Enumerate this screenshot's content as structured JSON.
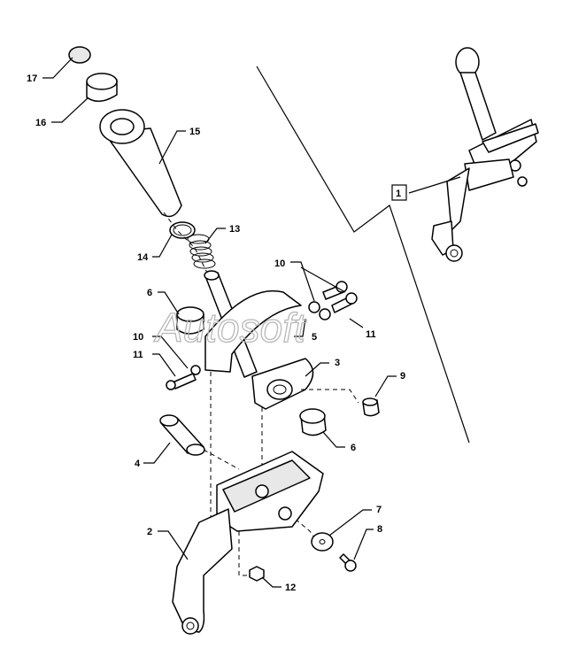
{
  "watermark": "Autosoft",
  "callouts": [
    {
      "id": "c1",
      "label": "1",
      "boxed": true
    },
    {
      "id": "c2",
      "label": "2"
    },
    {
      "id": "c3",
      "label": "3"
    },
    {
      "id": "c4",
      "label": "4"
    },
    {
      "id": "c5",
      "label": "5"
    },
    {
      "id": "c6a",
      "label": "6"
    },
    {
      "id": "c6b",
      "label": "6"
    },
    {
      "id": "c7",
      "label": "7"
    },
    {
      "id": "c8",
      "label": "8"
    },
    {
      "id": "c9",
      "label": "9"
    },
    {
      "id": "c10a",
      "label": "10"
    },
    {
      "id": "c10b",
      "label": "10"
    },
    {
      "id": "c11a",
      "label": "11"
    },
    {
      "id": "c11b",
      "label": "11"
    },
    {
      "id": "c12",
      "label": "12"
    },
    {
      "id": "c13",
      "label": "13"
    },
    {
      "id": "c14",
      "label": "14"
    },
    {
      "id": "c15",
      "label": "15"
    },
    {
      "id": "c16",
      "label": "16"
    },
    {
      "id": "c17",
      "label": "17"
    }
  ]
}
